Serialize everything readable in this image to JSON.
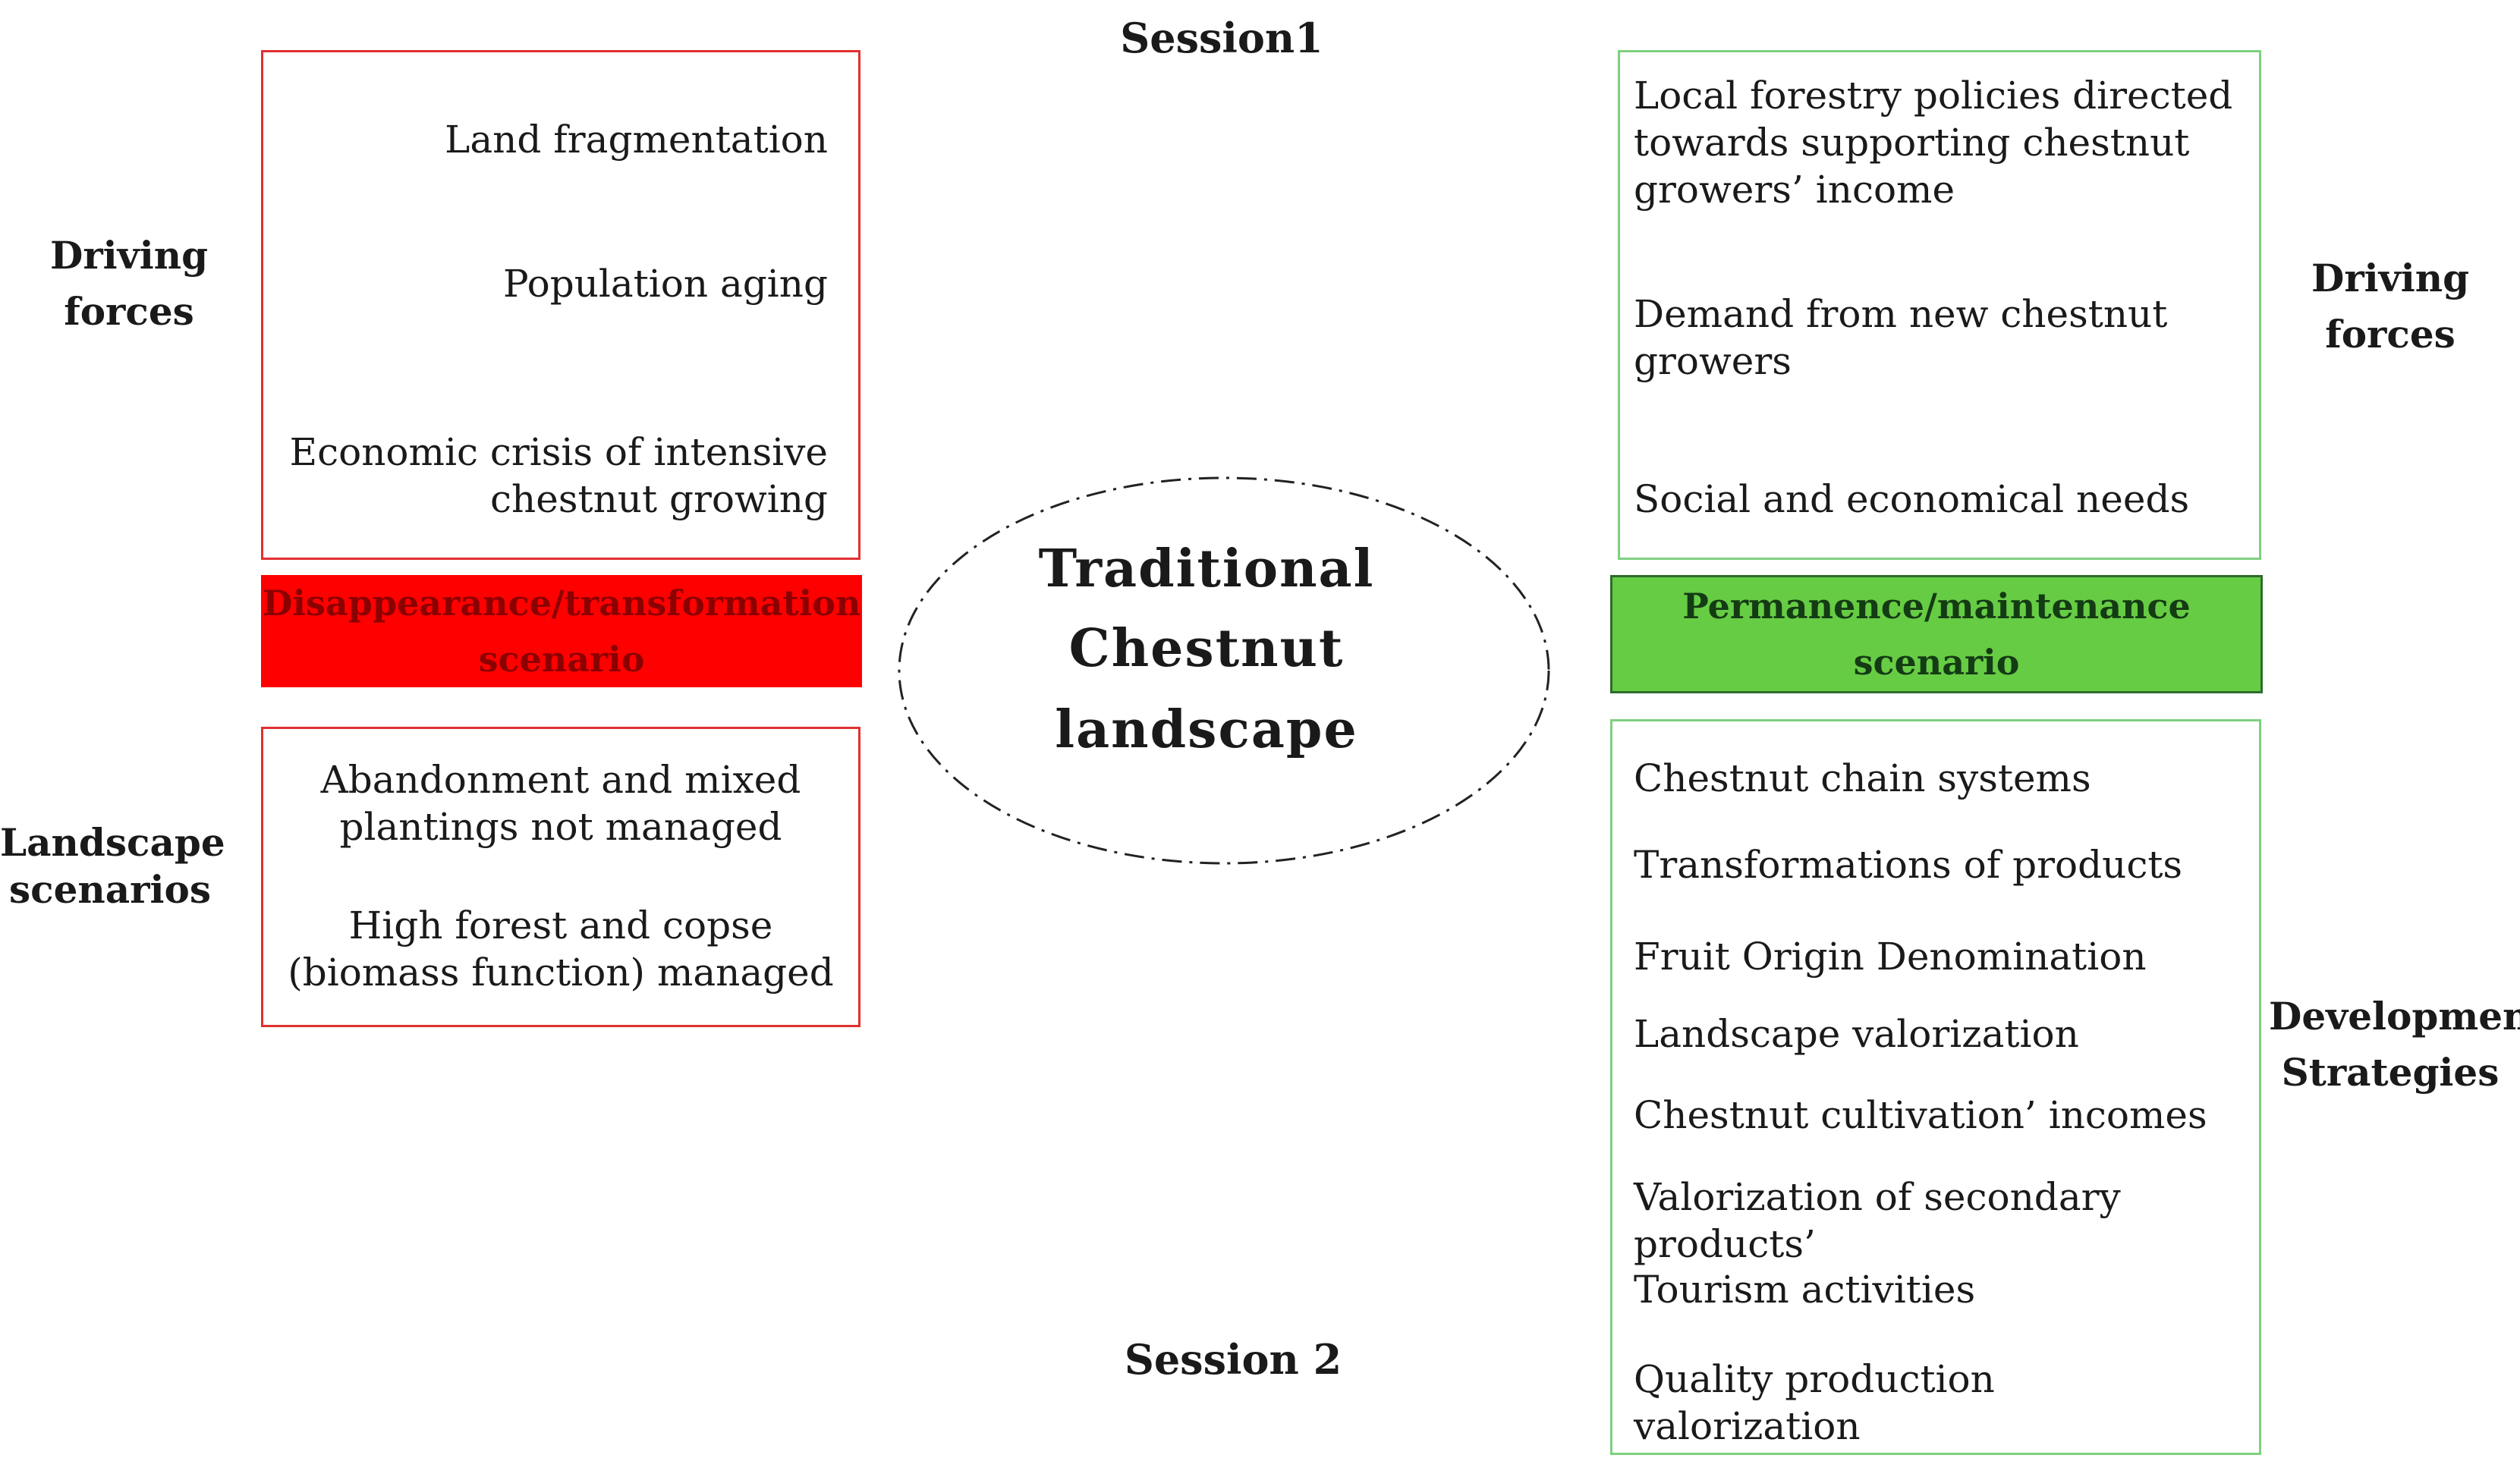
{
  "session1": "Session1",
  "session2": "Session 2",
  "left": {
    "driving_label": [
      "Driving",
      "forces"
    ],
    "driving_items": [
      "Land fragmentation",
      "Population aging",
      "Economic crisis of intensive",
      "chestnut growing"
    ],
    "scenario_banner": [
      "Disappearance/transformation",
      "scenario"
    ],
    "landscape_label": [
      "Landscape",
      "scenarios"
    ],
    "landscape_items": [
      "Abandonment and mixed",
      "plantings not managed",
      "High forest and copse",
      "(biomass function)  managed"
    ]
  },
  "center": {
    "lines": [
      "Traditional",
      "Chestnut",
      "landscape"
    ]
  },
  "right": {
    "driving_label": [
      "Driving",
      "forces"
    ],
    "driving_items": [
      "Local forestry policies directed",
      "towards supporting chestnut",
      "growers’ income",
      "Demand from new chestnut",
      "growers",
      "Social and economical needs"
    ],
    "scenario_banner": [
      "Permanence/maintenance",
      "scenario"
    ],
    "strategies_label": [
      "Development",
      "Strategies"
    ],
    "strategies_items": [
      "Chestnut chain systems",
      "Transformations of products",
      "Fruit Origin Denomination",
      "Landscape valorization",
      "Chestnut cultivation’ incomes",
      "Valorization of secondary products’",
      "Tourism activities",
      "Quality production",
      "valorization"
    ]
  },
  "colors": {
    "red_border": "#e03030",
    "red_banner": "#ff0000",
    "green_border": "#7fd07f",
    "green_banner": "#66cc44"
  }
}
